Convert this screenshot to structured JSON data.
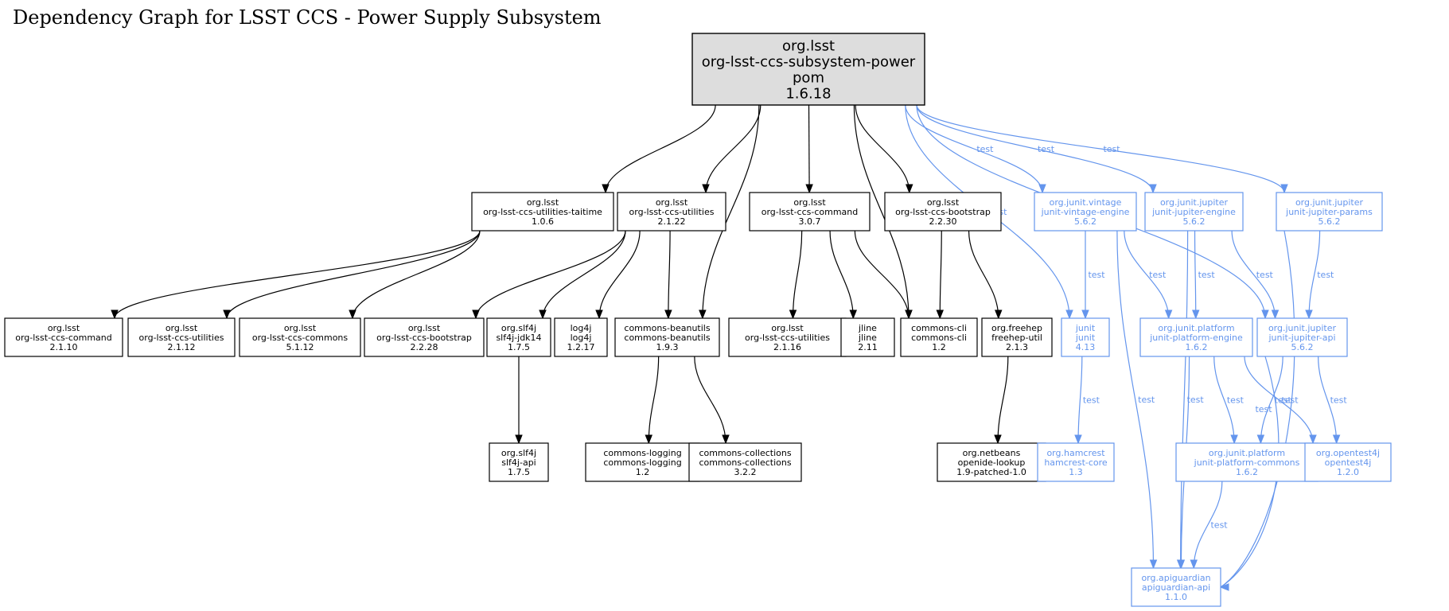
{
  "title": "Dependency Graph for LSST CCS - Power Supply Subsystem",
  "colors": {
    "runtime": "#000000",
    "test": "#6495ED",
    "root_fill": "#dddddd"
  },
  "root": [
    "org.lsst",
    "org-lsst-ccs-subsystem-power",
    "pom",
    "1.6.18"
  ],
  "nodes": {
    "taitime": [
      "org.lsst",
      "org-lsst-ccs-utilities-taitime",
      "1.0.6"
    ],
    "util2122": [
      "org.lsst",
      "org-lsst-ccs-utilities",
      "2.1.22"
    ],
    "cmd307": [
      "org.lsst",
      "org-lsst-ccs-command",
      "3.0.7"
    ],
    "boot2230": [
      "org.lsst",
      "org-lsst-ccs-bootstrap",
      "2.2.30"
    ],
    "vintage": [
      "org.junit.vintage",
      "junit-vintage-engine",
      "5.6.2"
    ],
    "jupeng": [
      "org.junit.jupiter",
      "junit-jupiter-engine",
      "5.6.2"
    ],
    "jupparams": [
      "org.junit.jupiter",
      "junit-jupiter-params",
      "5.6.2"
    ],
    "cmd2110": [
      "org.lsst",
      "org-lsst-ccs-command",
      "2.1.10"
    ],
    "util2112": [
      "org.lsst",
      "org-lsst-ccs-utilities",
      "2.1.12"
    ],
    "commons5112": [
      "org.lsst",
      "org-lsst-ccs-commons",
      "5.1.12"
    ],
    "boot2228": [
      "org.lsst",
      "org-lsst-ccs-bootstrap",
      "2.2.28"
    ],
    "slf4jjdk": [
      "org.slf4j",
      "slf4j-jdk14",
      "1.7.5"
    ],
    "log4j": [
      "log4j",
      "log4j",
      "1.2.17"
    ],
    "beanutils": [
      "commons-beanutils",
      "commons-beanutils",
      "1.9.3"
    ],
    "util2116": [
      "org.lsst",
      "org-lsst-ccs-utilities",
      "2.1.16"
    ],
    "jline": [
      "jline",
      "jline",
      "2.11"
    ],
    "cli": [
      "commons-cli",
      "commons-cli",
      "1.2"
    ],
    "freehep": [
      "org.freehep",
      "freehep-util",
      "2.1.3"
    ],
    "junit": [
      "junit",
      "junit",
      "4.13"
    ],
    "platengine": [
      "org.junit.platform",
      "junit-platform-engine",
      "1.6.2"
    ],
    "jupapi": [
      "org.junit.jupiter",
      "junit-jupiter-api",
      "5.6.2"
    ],
    "slf4japi": [
      "org.slf4j",
      "slf4j-api",
      "1.7.5"
    ],
    "logging": [
      "commons-logging",
      "commons-logging",
      "1.2"
    ],
    "collections": [
      "commons-collections",
      "commons-collections",
      "3.2.2"
    ],
    "netbeans": [
      "org.netbeans",
      "openide-lookup",
      "1.9-patched-1.0"
    ],
    "hamcrest": [
      "org.hamcrest",
      "hamcrest-core",
      "1.3"
    ],
    "platcommons": [
      "org.junit.platform",
      "junit-platform-commons",
      "1.6.2"
    ],
    "opentest4j": [
      "org.opentest4j",
      "opentest4j",
      "1.2.0"
    ],
    "apiguardian": [
      "org.apiguardian",
      "apiguardian-api",
      "1.1.0"
    ]
  },
  "edge_label": "test",
  "edges": [
    [
      "root",
      "taitime",
      "compile"
    ],
    [
      "root",
      "util2122",
      "compile"
    ],
    [
      "root",
      "beanutils",
      "compile"
    ],
    [
      "root",
      "cmd307",
      "compile"
    ],
    [
      "root",
      "cli",
      "compile"
    ],
    [
      "root",
      "boot2230",
      "compile"
    ],
    [
      "root",
      "junit",
      "test"
    ],
    [
      "root",
      "vintage",
      "test"
    ],
    [
      "root",
      "jupeng",
      "test"
    ],
    [
      "root",
      "jupapi",
      "test"
    ],
    [
      "root",
      "jupparams",
      "test"
    ],
    [
      "taitime",
      "cmd2110",
      "compile"
    ],
    [
      "taitime",
      "util2112",
      "compile"
    ],
    [
      "taitime",
      "commons5112",
      "compile"
    ],
    [
      "util2122",
      "boot2228",
      "compile"
    ],
    [
      "util2122",
      "slf4jjdk",
      "compile"
    ],
    [
      "util2122",
      "log4j",
      "compile"
    ],
    [
      "util2122",
      "beanutils",
      "compile"
    ],
    [
      "cmd307",
      "util2116",
      "compile"
    ],
    [
      "cmd307",
      "jline",
      "compile"
    ],
    [
      "cmd307",
      "cli",
      "compile"
    ],
    [
      "boot2230",
      "cli",
      "compile"
    ],
    [
      "boot2230",
      "freehep",
      "compile"
    ],
    [
      "slf4jjdk",
      "slf4japi",
      "compile"
    ],
    [
      "beanutils",
      "logging",
      "compile"
    ],
    [
      "beanutils",
      "collections",
      "compile"
    ],
    [
      "freehep",
      "netbeans",
      "compile"
    ],
    [
      "vintage",
      "junit",
      "test"
    ],
    [
      "vintage",
      "platengine",
      "test"
    ],
    [
      "vintage",
      "apiguardian",
      "test"
    ],
    [
      "jupeng",
      "platengine",
      "test"
    ],
    [
      "jupeng",
      "jupapi",
      "test"
    ],
    [
      "jupeng",
      "apiguardian",
      "test"
    ],
    [
      "jupparams",
      "jupapi",
      "test"
    ],
    [
      "jupparams",
      "apiguardian",
      "test"
    ],
    [
      "junit",
      "hamcrest",
      "test"
    ],
    [
      "platengine",
      "platcommons",
      "test"
    ],
    [
      "platengine",
      "opentest4j",
      "test"
    ],
    [
      "platengine",
      "apiguardian",
      "test"
    ],
    [
      "jupapi",
      "platcommons",
      "test"
    ],
    [
      "jupapi",
      "opentest4j",
      "test"
    ],
    [
      "jupapi",
      "apiguardian",
      "test"
    ],
    [
      "platcommons",
      "apiguardian",
      "test"
    ]
  ]
}
